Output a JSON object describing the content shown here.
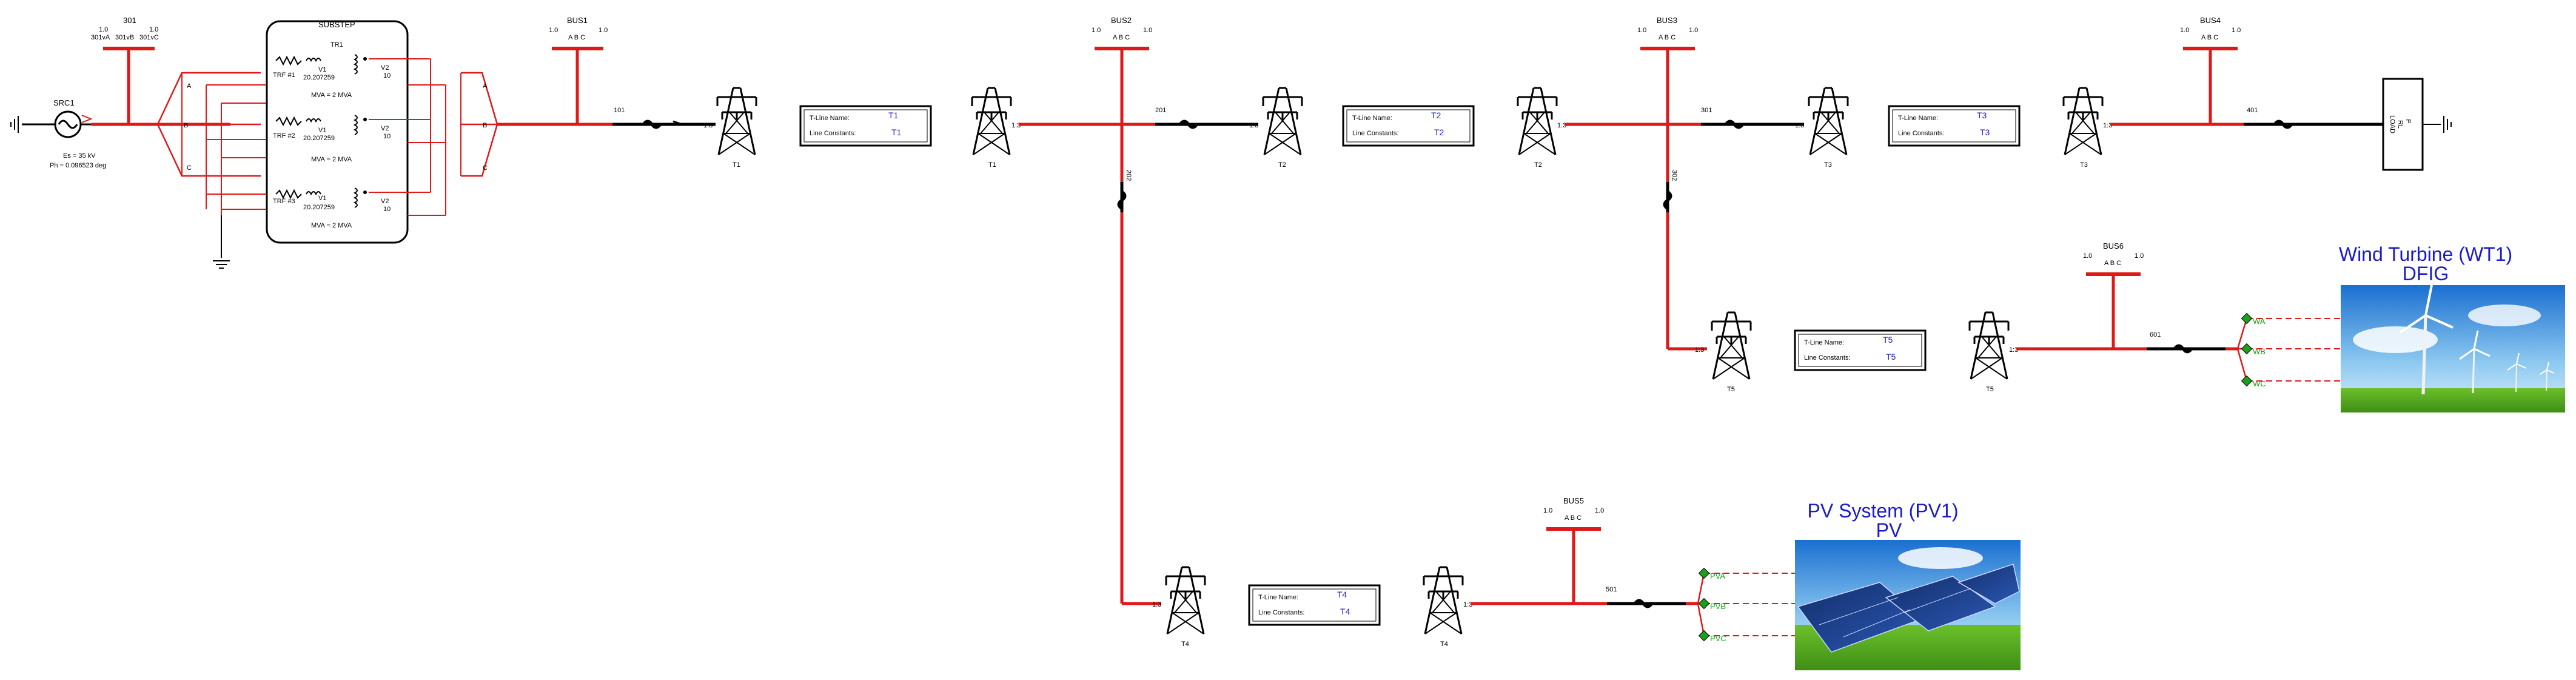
{
  "source": {
    "name": "SRC1",
    "es": "Es = 35 kV",
    "ph": "Ph = 0.096523 deg"
  },
  "breaker": {
    "name": "301",
    "p1": "1.0",
    "p2": "1.0",
    "a": "301vA",
    "b": "301vB",
    "c": "301vC"
  },
  "substep": {
    "title": "SUBSTEP",
    "tr": "TR1",
    "transformers": [
      {
        "name": "TRF #1",
        "v1": "V1",
        "ratio": "20.207259",
        "v2": "V2",
        "v2val": "10",
        "mva": "MVA = 2 MVA"
      },
      {
        "name": "TRF #2",
        "v1": "V1",
        "ratio": "20.207259",
        "v2": "V2",
        "v2val": "10",
        "mva": "MVA = 2 MVA"
      },
      {
        "name": "TRF #3",
        "v1": "V1",
        "ratio": "20.207259",
        "v2": "V2",
        "v2val": "10",
        "mva": "MVA = 2 MVA"
      }
    ],
    "phase_a": "A",
    "phase_b": "B",
    "phase_c": "C"
  },
  "buses": {
    "bus1": {
      "name": "BUS1",
      "p1": "1.0",
      "p2": "1.0",
      "abc": "A B C"
    },
    "bus2": {
      "name": "BUS2",
      "p1": "1.0",
      "p2": "1.0",
      "abc": "A B C"
    },
    "bus3": {
      "name": "BUS3",
      "p1": "1.0",
      "p2": "1.0",
      "abc": "A B C"
    },
    "bus4": {
      "name": "BUS4",
      "p1": "1.0",
      "p2": "1.0",
      "abc": "A B C"
    },
    "bus5": {
      "name": "BUS5",
      "p1": "1.0",
      "p2": "1.0",
      "abc": "A B C"
    },
    "bus6": {
      "name": "BUS6",
      "p1": "1.0",
      "p2": "1.0",
      "abc": "A B C"
    }
  },
  "meters": {
    "m101": "101",
    "m201": "201",
    "m202": "202",
    "m301": "301",
    "m302": "302",
    "m401": "401",
    "m501": "501",
    "m601": "601"
  },
  "towers": {
    "t1a": "T1",
    "t1b": "T1",
    "t2a": "T2",
    "t2b": "T2",
    "t3a": "T3",
    "t3b": "T3",
    "t4a": "T4",
    "t4b": "T4",
    "t5a": "T5",
    "t5b": "T5",
    "side_left": "1:3",
    "side_right": "1:3"
  },
  "tlines": {
    "name_label": "T-Line Name:",
    "const_label": "Line Constants:",
    "tl1": {
      "name": "T1",
      "const": "T1"
    },
    "tl2": {
      "name": "T2",
      "const": "T2"
    },
    "tl3": {
      "name": "T3",
      "const": "T3"
    },
    "tl4": {
      "name": "T4",
      "const": "T4"
    },
    "tl5": {
      "name": "T5",
      "const": "T5"
    }
  },
  "load": {
    "text1": "P",
    "text2": "RL",
    "text3": "LOAD"
  },
  "wind": {
    "title": "Wind Turbine (WT1)",
    "subtitle": "DFIG",
    "a": "WA",
    "b": "WB",
    "c": "WC"
  },
  "pv": {
    "title": "PV System (PV1)",
    "subtitle": "PV",
    "a": "PVA",
    "b": "PVB",
    "c": "PVC"
  },
  "colors": {
    "red": "#e01818",
    "black": "#000000",
    "blue": "#1a1acc",
    "green": "#1aa01a"
  }
}
